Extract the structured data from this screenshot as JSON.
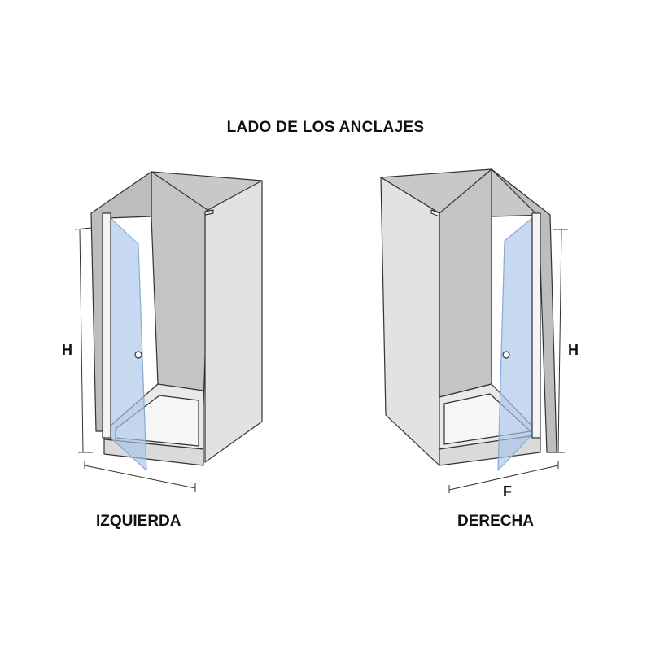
{
  "title": "LADO DE LOS ANCLAJES",
  "left": {
    "caption": "IZQUIERDA",
    "height_label": "H"
  },
  "right": {
    "caption": "DERECHA",
    "height_label": "H",
    "width_label": "F"
  }
}
